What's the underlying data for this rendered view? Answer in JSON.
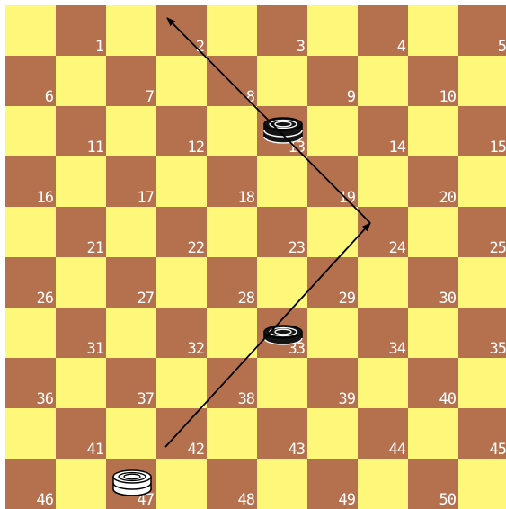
{
  "board": {
    "size": 10,
    "light_color": "#fdf87a",
    "dark_color": "#b5704e",
    "square_numbers": [
      "1",
      "2",
      "3",
      "4",
      "5",
      "6",
      "7",
      "8",
      "9",
      "10",
      "11",
      "12",
      "13",
      "14",
      "15",
      "16",
      "17",
      "18",
      "19",
      "20",
      "21",
      "22",
      "23",
      "24",
      "25",
      "26",
      "27",
      "28",
      "29",
      "30",
      "31",
      "32",
      "33",
      "34",
      "35",
      "36",
      "37",
      "38",
      "39",
      "40",
      "41",
      "42",
      "43",
      "44",
      "45",
      "46",
      "47",
      "48",
      "49",
      "50"
    ]
  },
  "pieces": [
    {
      "square": 13,
      "color": "black",
      "type": "king"
    },
    {
      "square": 33,
      "color": "black",
      "type": "man"
    },
    {
      "square": 47,
      "color": "white",
      "type": "king"
    }
  ],
  "move_path": {
    "squares": [
      42,
      24,
      2
    ],
    "arrow_color": "#000000"
  }
}
